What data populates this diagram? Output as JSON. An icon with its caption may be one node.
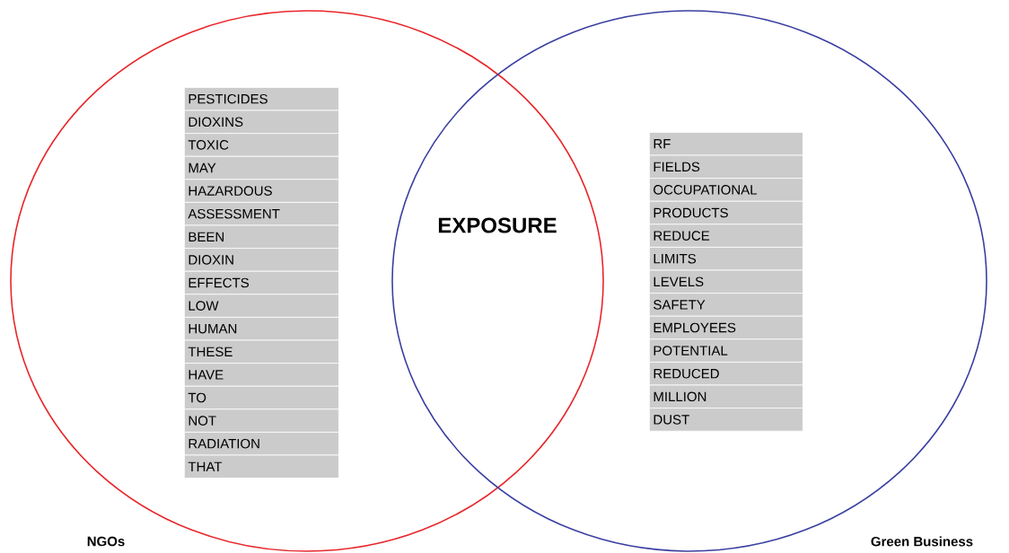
{
  "diagram": {
    "nodes": [
      {
        "text": [
          "NGOs"
        ]
      },
      {
        "text": [
          "Green Business"
        ]
      },
      {
        "text": [
          "PESTICIDES"
        ],
        "in": 0
      },
      {
        "text": [
          "DIOXINS"
        ],
        "in": 0
      },
      {
        "text": [
          "TOXIC"
        ],
        "in": 0
      },
      {
        "text": [
          "MAY"
        ],
        "in": 0
      },
      {
        "text": [
          "HAZARDOUS"
        ],
        "in": 0
      },
      {
        "text": [
          "ASSESSMENT"
        ],
        "in": 0
      },
      {
        "text": [
          "BEEN"
        ],
        "in": 0
      },
      {
        "text": [
          "DIOXIN"
        ],
        "in": 0
      },
      {
        "text": [
          "EFFECTS"
        ],
        "in": 0
      },
      {
        "text": [
          "LOW"
        ],
        "in": 0
      },
      {
        "text": [
          "HUMAN"
        ],
        "in": 0
      },
      {
        "text": [
          "THESE"
        ],
        "in": 0
      },
      {
        "text": [
          "HAVE"
        ],
        "in": 0
      },
      {
        "text": [
          "TO"
        ],
        "in": 0
      },
      {
        "text": [
          "NOT"
        ],
        "in": 0
      },
      {
        "text": [
          "RADIATION"
        ],
        "in": 0
      },
      {
        "text": [
          "THAT"
        ],
        "in": 0
      },
      {
        "text": [
          "RF"
        ],
        "in": 1
      },
      {
        "text": [
          "FIELDS"
        ],
        "in": 1
      },
      {
        "text": [
          "OCCUPATIONAL"
        ],
        "in": 1
      },
      {
        "text": [
          "PRODUCTS"
        ],
        "in": 1
      },
      {
        "text": [
          "REDUCE"
        ],
        "in": 1
      },
      {
        "text": [
          "LIMITS"
        ],
        "in": 1
      },
      {
        "text": [
          "LEVELS"
        ],
        "in": 1
      },
      {
        "text": [
          "SAFETY"
        ],
        "in": 1
      },
      {
        "text": [
          "EMPLOYEES"
        ],
        "in": 1
      },
      {
        "text": [
          "POTENTIAL"
        ],
        "in": 1
      },
      {
        "text": [
          "REDUCED"
        ],
        "in": 1
      },
      {
        "text": [
          "MILLION"
        ],
        "in": 1
      },
      {
        "text": [
          "DUST"
        ],
        "in": 1
      }
    ],
    "labels": [
      "EXPOSURE"
    ]
  }
}
